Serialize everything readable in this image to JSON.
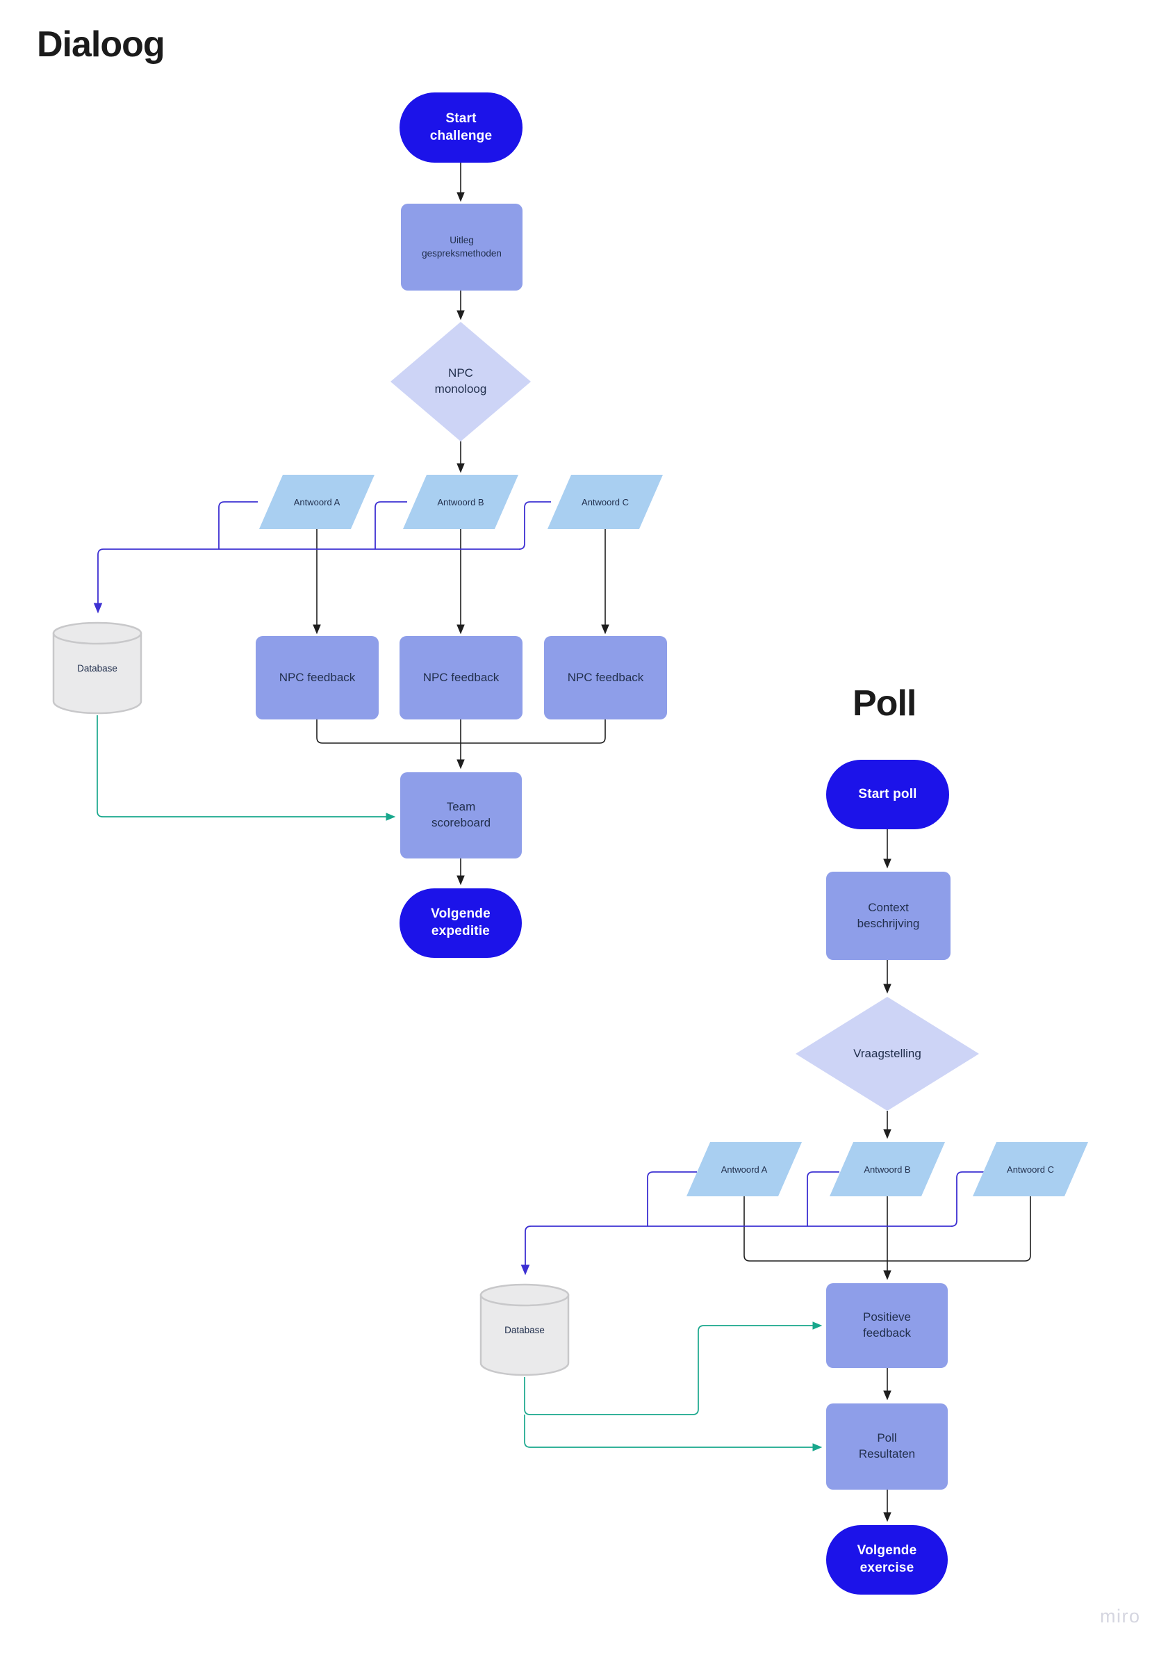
{
  "watermark": "miro",
  "colors": {
    "background": "#ffffff",
    "title_text": "#1b1b1b",
    "terminator_fill": "#1c13e9",
    "terminator_text": "#ffffff",
    "process_fill": "#8e9ee9",
    "decision_fill": "#cdd4f6",
    "data_fill": "#a9cff1",
    "database_fill": "#eaeaeb",
    "database_border": "#c8c8ca",
    "node_text": "#22304e",
    "connector_black": "#1e1e1e",
    "connector_indigo": "#3d30d2",
    "connector_teal": "#18a78c",
    "watermark_text": "#d5d6e0"
  },
  "dialoog": {
    "title": "Dialoog",
    "start": "Start challenge",
    "uitleg": "Uitleg gespreksmethoden",
    "monoloog": "NPC monoloog",
    "antwoord_a": "Antwoord A",
    "antwoord_b": "Antwoord B",
    "antwoord_c": "Antwoord C",
    "feedback_a": "NPC feedback",
    "feedback_b": "NPC feedback",
    "feedback_c": "NPC feedback",
    "database": "Database",
    "scoreboard": "Team scoreboard",
    "end": "Volgende expeditie"
  },
  "poll": {
    "title": "Poll",
    "start": "Start poll",
    "context": "Context beschrijving",
    "vraagstelling": "Vraagstelling",
    "antwoord_a": "Antwoord A",
    "antwoord_b": "Antwoord B",
    "antwoord_c": "Antwoord C",
    "database": "Database",
    "positieve": "Positieve feedback",
    "resultaten": "Poll Resultaten",
    "end": "Volgende exercise"
  }
}
